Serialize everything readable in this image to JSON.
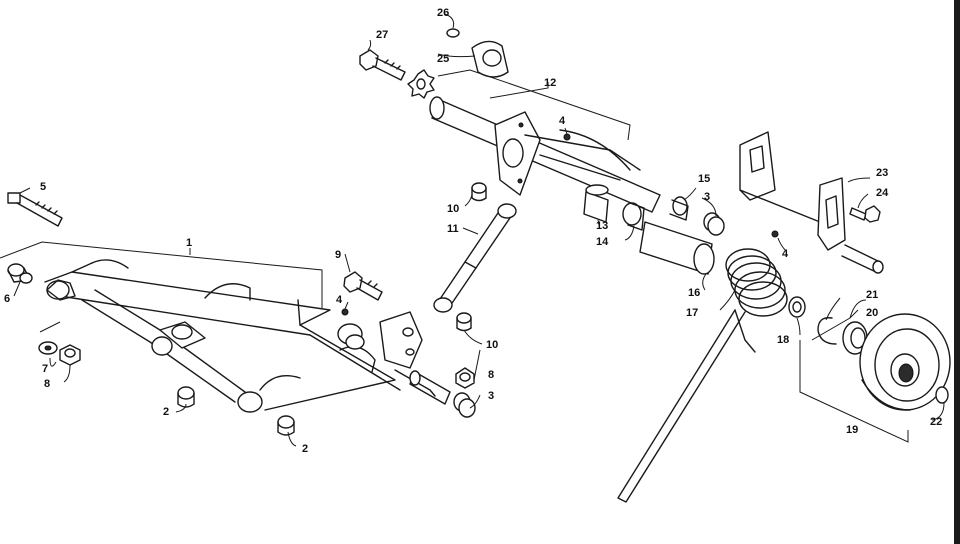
{
  "callouts": [
    "1",
    "2",
    "2",
    "3",
    "3",
    "4",
    "4",
    "4",
    "5",
    "6",
    "7",
    "8",
    "8",
    "9",
    "10",
    "10",
    "11",
    "12",
    "13",
    "14",
    "15",
    "16",
    "17",
    "18",
    "19",
    "20",
    "21",
    "22",
    "23",
    "24",
    "25",
    "26",
    "27"
  ],
  "colors": {
    "line": "#1a1a1a",
    "background": "#ffffff",
    "edge": "#1b1b1b"
  }
}
